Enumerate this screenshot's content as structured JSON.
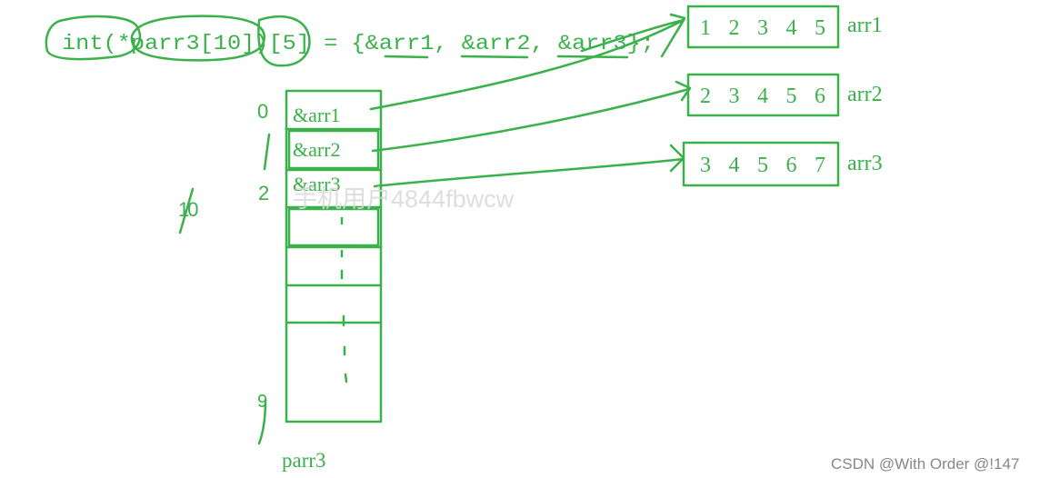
{
  "colors": {
    "ink": "#3ab14a",
    "watermark": "#d8d8d8",
    "footer": "#888888"
  },
  "declaration": {
    "text": "int(*parr3[10])[5] = {&arr1, &arr2, &arr3};"
  },
  "parr3": {
    "label": "parr3",
    "cells": [
      "&arr1",
      "&arr2",
      "&arr3"
    ],
    "index_labels": [
      "0",
      "1",
      "2",
      "9"
    ],
    "size_note": "10"
  },
  "arrays": [
    {
      "name": "arr1",
      "values": "1 2 3 4 5"
    },
    {
      "name": "arr2",
      "values": "2 3 4 5 6"
    },
    {
      "name": "arr3",
      "values": "3 4 5 6 7"
    }
  ],
  "watermark": {
    "text": "手机用户4844fbwcw"
  },
  "footer": {
    "text": "CSDN @With Order @!147"
  }
}
